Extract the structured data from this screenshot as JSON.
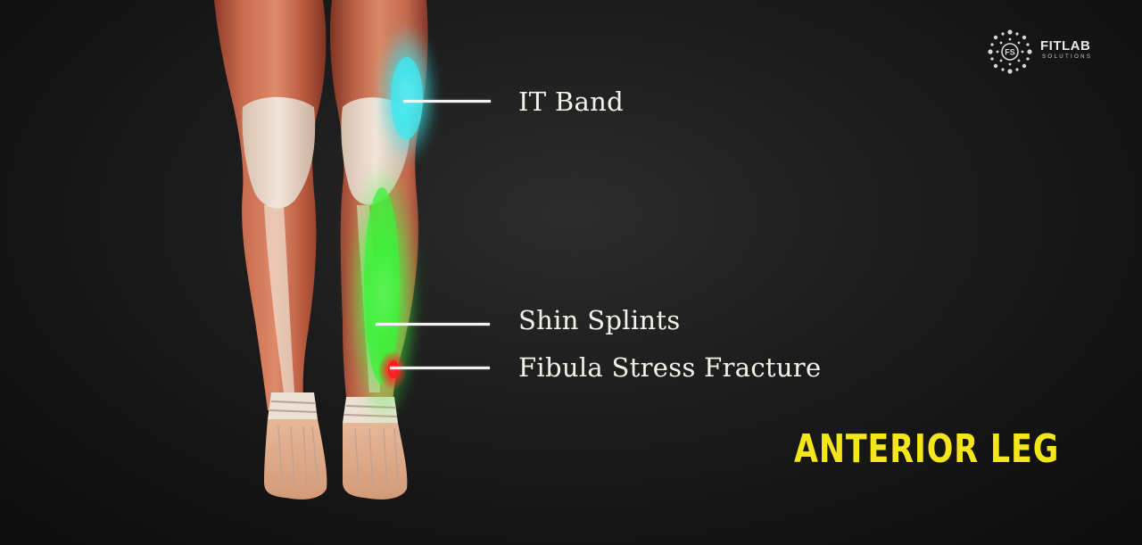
{
  "logo": {
    "name": "FITLAB",
    "subtitle": "SOLUTIONS",
    "mark_text": "FS"
  },
  "labels": {
    "it_band": "IT Band",
    "shin_splints": "Shin Splints",
    "fibula_stress_fracture": "Fibula Stress Fracture"
  },
  "section_title": "ANTERIOR LEG",
  "colors": {
    "background": "#121212",
    "label_text": "#f3f0ea",
    "title": "#f5e61c",
    "it_band_highlight": "#3ee8f0",
    "shin_splints_highlight": "#3cf23a",
    "fibula_fracture_highlight": "#ff1a1a",
    "muscle": "#c8644a"
  }
}
